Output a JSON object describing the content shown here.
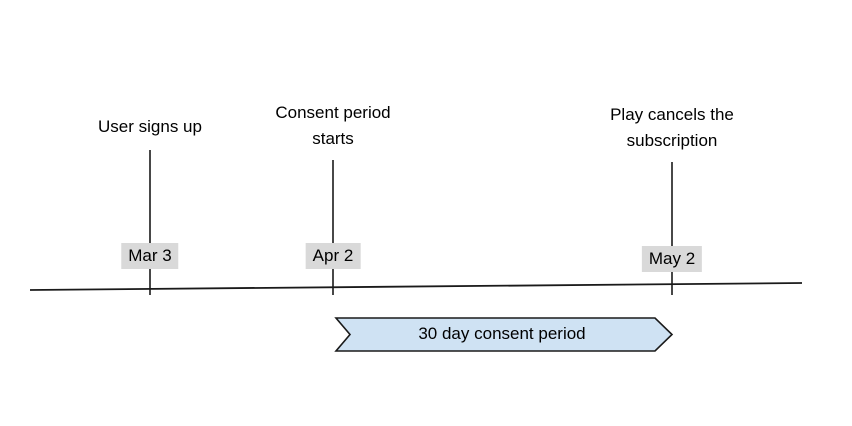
{
  "diagram": {
    "events": [
      {
        "label": "User signs up",
        "date": "Mar 3"
      },
      {
        "label": "Consent period starts",
        "date": "Apr 2"
      },
      {
        "label": "Play cancels the subscription",
        "date": "May 2"
      }
    ],
    "banner": {
      "label": "30 day consent period"
    },
    "colors": {
      "banner_fill": "#cfe2f3",
      "banner_stroke": "#1a1a1a",
      "date_badge_bg": "#d9d9d9",
      "line": "#1a1a1a"
    }
  }
}
